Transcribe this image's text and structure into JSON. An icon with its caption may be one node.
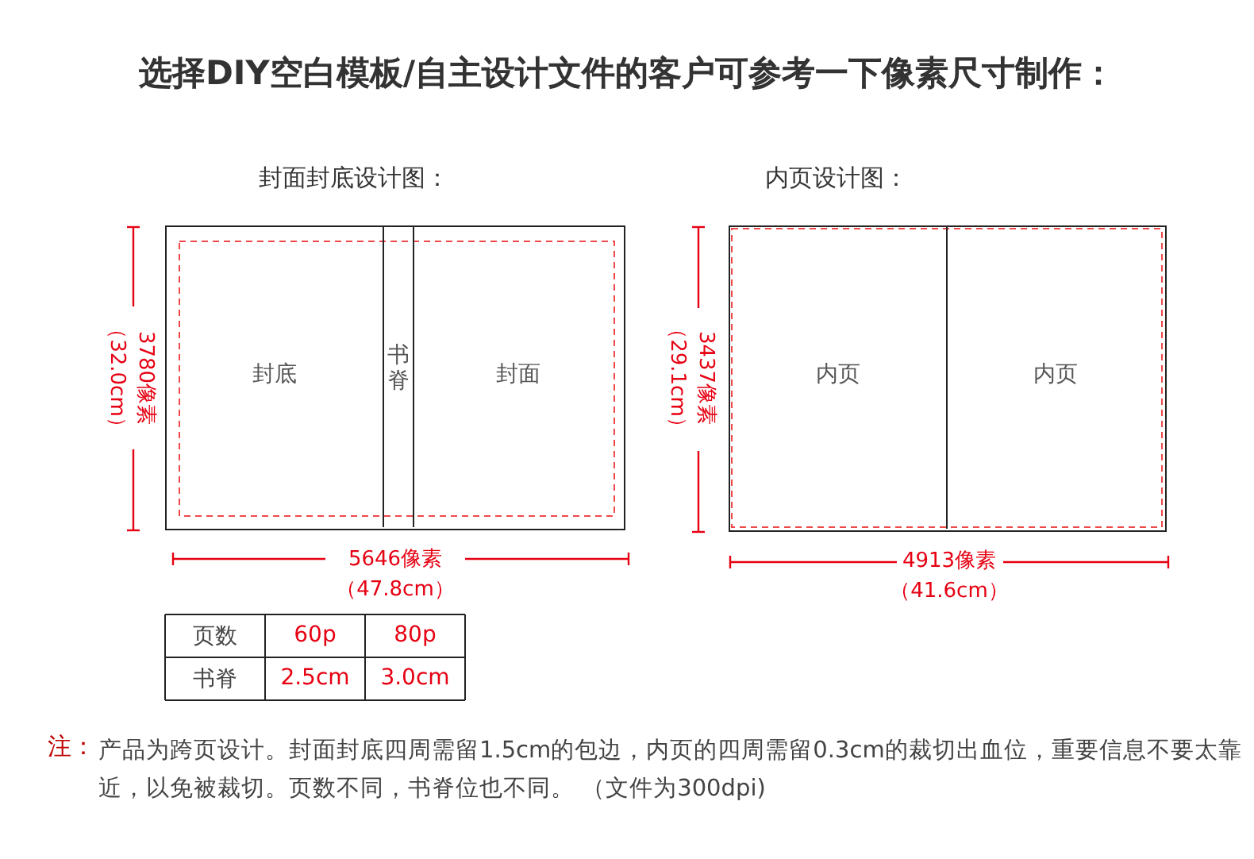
{
  "diagram": {
    "title": "选择DIY空白模板/自主设计文件的客户可参考一下像素尺寸制作：",
    "nodes": [
      {
        "text": [
          "封面封底设计图："
        ]
      },
      {
        "text": [
          "封底"
        ],
        "in": 0
      },
      {
        "text": [
          "书脊"
        ],
        "in": 0
      },
      {
        "text": [
          "封面"
        ],
        "in": 0
      },
      {
        "text": [
          "内页设计图："
        ]
      },
      {
        "text": [
          "内页"
        ],
        "in": 4
      },
      {
        "text": [
          "内页"
        ],
        "in": 4
      }
    ],
    "edges": [],
    "labels": [
      "3780像素",
      "（32.0cm）",
      "5646像素",
      "（47.8cm）",
      "3437像素",
      "（29.1cm）",
      "4913像素",
      "（41.6cm）",
      "页数",
      "60p",
      "80p",
      "书脊",
      "2.5cm",
      "3.0cm",
      "注：",
      "产品为跨页设计。封面封底四周需留1.5cm的包边，内页的四周需留0.3cm的裁切出血位，重要信息不要太靠近，以免被裁切。页数不同，书脊位也不同。 （文件为300dpi)"
    ]
  }
}
